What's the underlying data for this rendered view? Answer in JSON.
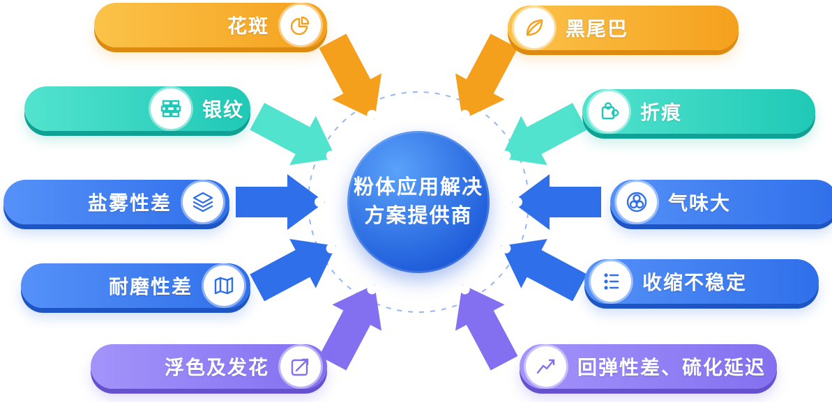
{
  "center": {
    "title_line1": "粉体应用解决",
    "title_line2": "方案提供商"
  },
  "pills": [
    {
      "label": "花斑",
      "icon": "pie-chart-icon",
      "color_group": "orange",
      "side": "left"
    },
    {
      "label": "黑尾巴",
      "icon": "leaf-icon",
      "color_group": "orange",
      "side": "right"
    },
    {
      "label": "银纹",
      "icon": "bricks-icon",
      "color_group": "teal",
      "side": "left"
    },
    {
      "label": "折痕",
      "icon": "puzzle-icon",
      "color_group": "teal",
      "side": "right"
    },
    {
      "label": "盐雾性差",
      "icon": "layers-icon",
      "color_group": "blue",
      "side": "left"
    },
    {
      "label": "气味大",
      "icon": "circles-icon",
      "color_group": "blue",
      "side": "right"
    },
    {
      "label": "耐磨性差",
      "icon": "map-icon",
      "color_group": "blue",
      "side": "left"
    },
    {
      "label": "收缩不稳定",
      "icon": "nodes-icon",
      "color_group": "blue",
      "side": "right"
    },
    {
      "label": "浮色及发花",
      "icon": "edit-arrow-icon",
      "color_group": "purple",
      "side": "left"
    },
    {
      "label": "回弹性差、硫化延迟",
      "icon": "trend-icon",
      "color_group": "purple",
      "side": "right"
    }
  ],
  "colors": {
    "orange": "#F5A01D",
    "orange-light": "#FBC34A",
    "orange-dark": "#DD8A10",
    "teal": "#1FC9B6",
    "teal-light": "#52E3CE",
    "teal-dark": "#0FA193",
    "blue": "#2F6FEA",
    "blue-light": "#5591F8",
    "blue-dark": "#1D55C4",
    "purple": "#8270F0",
    "purple-light": "#A393FA",
    "purple-dark": "#6551CE",
    "center-light": "#5AA2FA",
    "center-dark": "#1B58D8",
    "dash": "#93B7F4"
  }
}
